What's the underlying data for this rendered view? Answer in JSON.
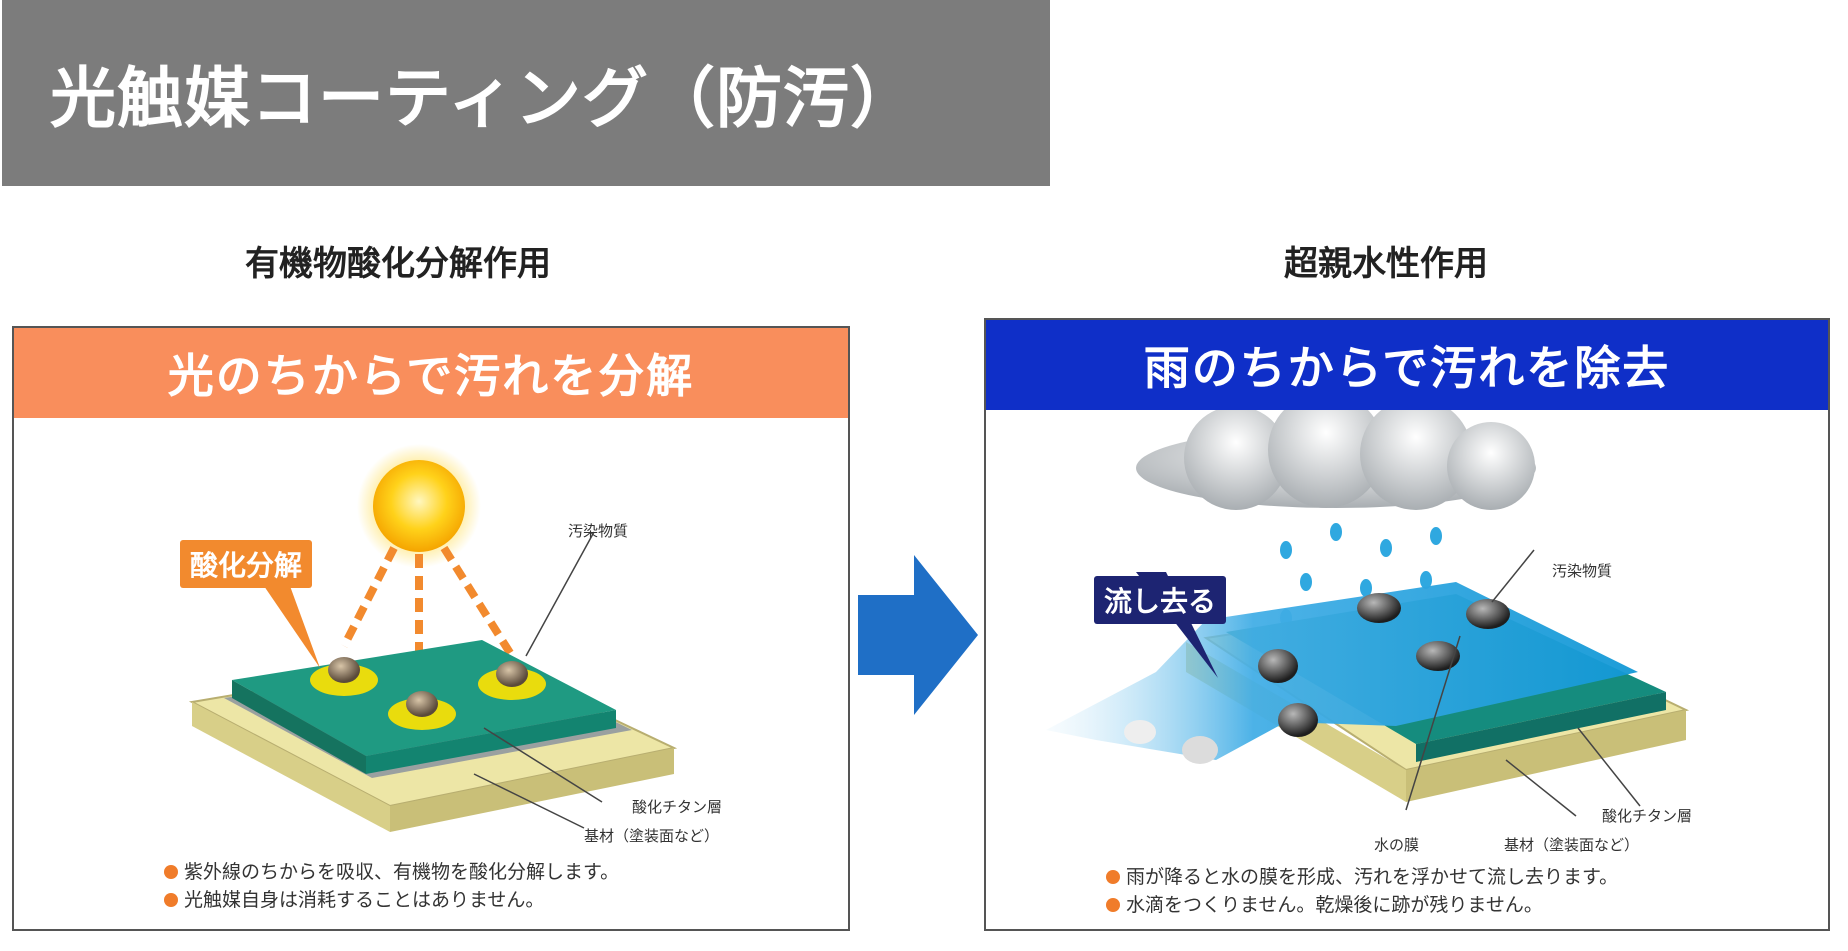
{
  "title": "光触媒コーティング（防汚）",
  "left": {
    "heading": "有機物酸化分解作用",
    "banner": "光のちからで汚れを分解",
    "callout": "酸化分解",
    "labels": {
      "pollutant": "汚染物質",
      "titanium": "酸化チタン層",
      "substrate": "基材（塗装面など）"
    },
    "notes": [
      "紫外線のちからを吸収、有機物を酸化分解します。",
      "光触媒自身は消耗することはありません。"
    ]
  },
  "right": {
    "heading": "超親水性作用",
    "banner": "雨のちからで汚れを除去",
    "callout": "流し去る",
    "labels": {
      "pollutant": "汚染物質",
      "water_film": "水の膜",
      "titanium": "酸化チタン層",
      "substrate": "基材（塗装面など）"
    },
    "notes": [
      "雨が降ると水の膜を形成、汚れを浮かせて流し去ります。",
      "水滴をつくりません。乾燥後に跡が残りません。"
    ]
  },
  "colors": {
    "title_bg": "#7c7c7c",
    "left_banner": "#f98e5c",
    "right_banner": "#0f2fc8",
    "arrow": "#1f6fc6",
    "callout_orange": "#f28a2e",
    "callout_navy": "#1d2472"
  },
  "icons": [
    "sun-icon",
    "cloud-icon",
    "raindrop-icon",
    "arrow-right-icon"
  ]
}
